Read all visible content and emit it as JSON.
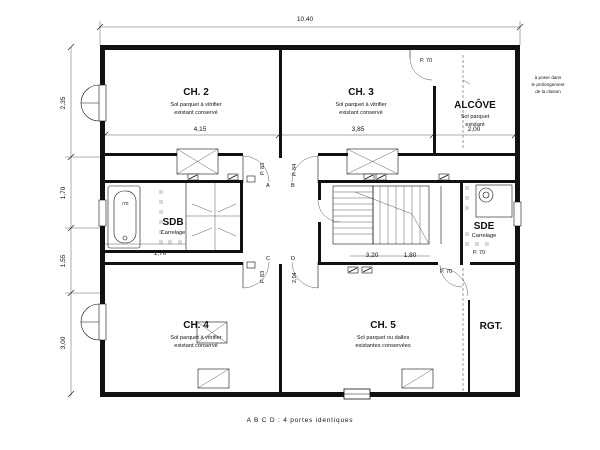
{
  "dimensions": {
    "total_width": "10,40",
    "left_heights": [
      "2,35",
      "1,70",
      "1,55",
      "3,00"
    ],
    "ch2_width": "4,15",
    "ch3_width": "3,85",
    "alcove_width": "2,00",
    "sdb_width": "1,70",
    "stair_left": "3,20",
    "stair_right": "1,80"
  },
  "rooms": {
    "ch2": {
      "name": "CH. 2",
      "note1": "Sol parquet à vitrifier",
      "note2": "existant conservé"
    },
    "ch3": {
      "name": "CH. 3",
      "note1": "Sol parquet à vitrifier",
      "note2": "existant conservé"
    },
    "alcove": {
      "name": "ALCÔVE",
      "note1": "Sol parquet",
      "note2": "existant"
    },
    "sdb": {
      "name": "SDB",
      "note1": "Carrelage"
    },
    "sde": {
      "name": "SDE",
      "note1": "Carrelage"
    },
    "ch4": {
      "name": "CH. 4",
      "note1": "Sol parquet à vitrifier",
      "note2": "existant conservé"
    },
    "ch5": {
      "name": "CH. 5",
      "note1": "Sol parquet ou dalles",
      "note2": "existantes conservées"
    },
    "rgt": {
      "name": "RGT."
    }
  },
  "doors": {
    "p70_top": "P. 70",
    "p70_sde": "P. 70",
    "p70_lower": "P. 70",
    "door_a": "P. 83",
    "door_b": "P. 84",
    "door_c": "P. 83",
    "door_d": "2,04",
    "letter_a": "A",
    "letter_b": "B",
    "letter_c": "C",
    "letter_d": "D"
  },
  "bath_tag": "/70",
  "annotation": {
    "line1": "à poser dans",
    "line2": "le prolongement",
    "line3": "de la cloison"
  },
  "caption": "A B C D : 4 portes identiques"
}
